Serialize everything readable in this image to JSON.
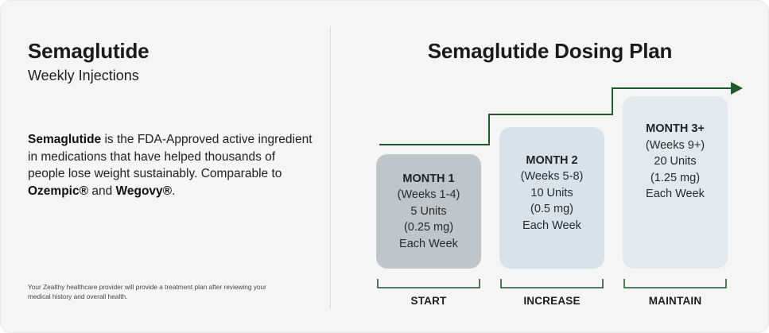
{
  "left": {
    "title": "Semaglutide",
    "subtitle": "Weekly Injections",
    "desc_bold": "Semaglutide",
    "desc_text1": " is the FDA-Approved active ingredient in medications that have helped thousands of people lose weight sustainably. Comparable to ",
    "desc_brand1": "Ozempic®",
    "desc_and": " and ",
    "desc_brand2": "Wegovy®",
    "desc_end": ".",
    "footnote": "Your Zealthy healthcare provider will provide a treatment plan after reviewing your medical history and overall health."
  },
  "plan": {
    "title": "Semaglutide Dosing Plan",
    "steps": [
      {
        "month": "MONTH 1",
        "weeks": "(Weeks 1-4)",
        "units": "5 Units",
        "mg": "(0.25 mg)",
        "freq": "Each Week",
        "label": "START",
        "color": "#bec6cb"
      },
      {
        "month": "MONTH 2",
        "weeks": "(Weeks 5-8)",
        "units": "10 Units",
        "mg": "(0.5 mg)",
        "freq": "Each Week",
        "label": "INCREASE",
        "color": "#d7e2ea"
      },
      {
        "month": "MONTH 3+",
        "weeks": "(Weeks 9+)",
        "units": "20 Units",
        "mg": "(1.25 mg)",
        "freq": "Each Week",
        "label": "MAINTAIN",
        "color": "#e1e9ef"
      }
    ],
    "line_color": "#1f5a2c"
  }
}
